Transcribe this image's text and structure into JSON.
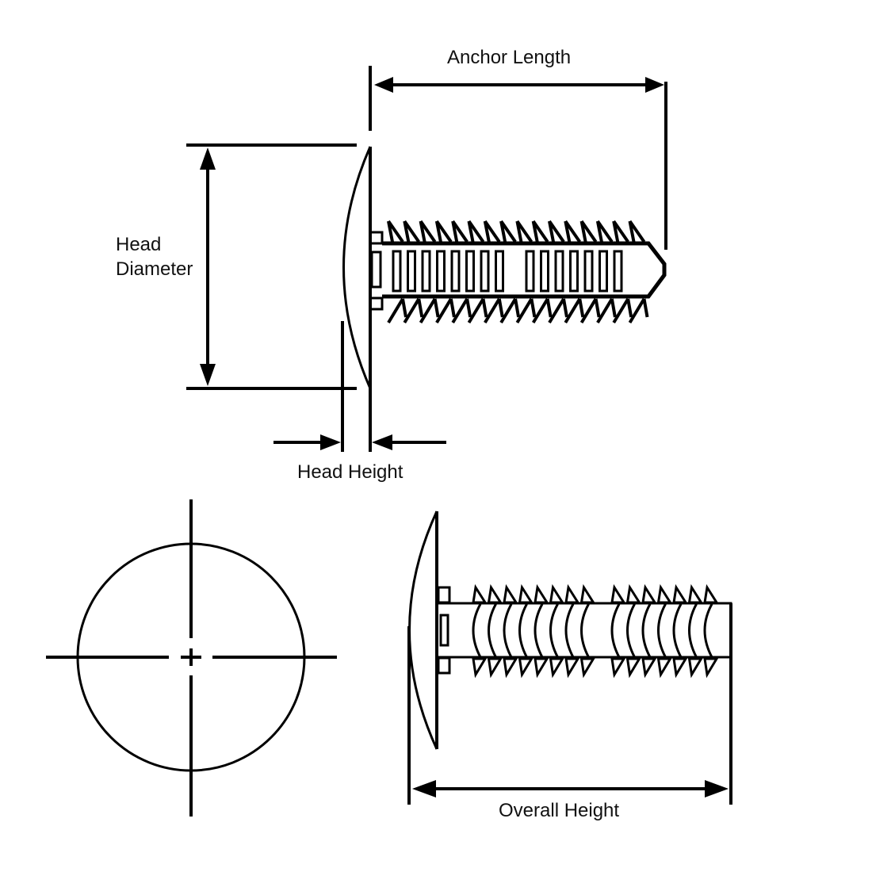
{
  "labels": {
    "anchor_length": "Anchor Length",
    "head_diameter_line1": "Head",
    "head_diameter_line2": "Diameter",
    "head_height": "Head Height",
    "overall_height": "Overall Height"
  },
  "colors": {
    "stroke": "#000000",
    "background": "#ffffff"
  }
}
